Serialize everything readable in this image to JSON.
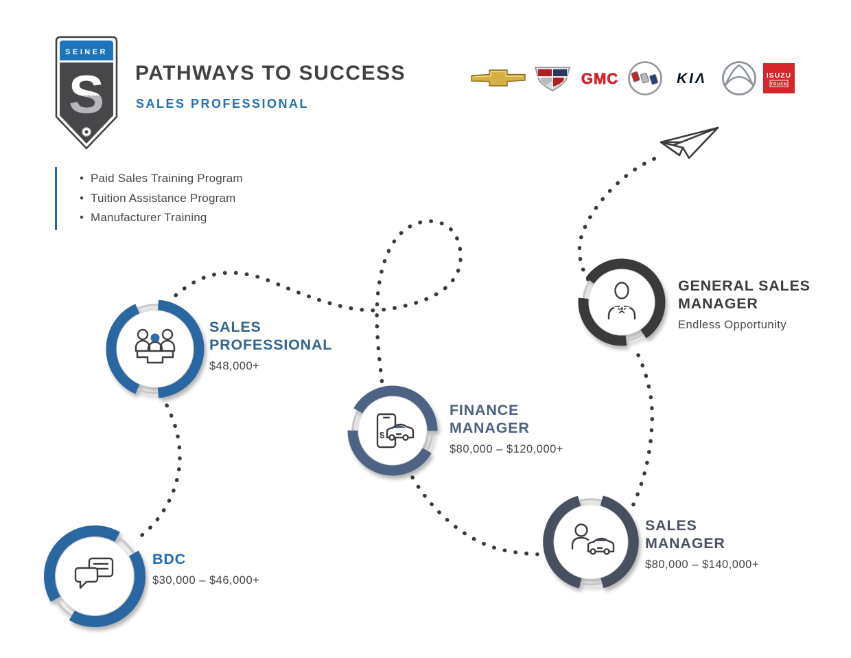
{
  "header": {
    "logo": {
      "brand": "SEINER",
      "monogram": "S"
    },
    "title": "PATHWAYS TO SUCCESS",
    "subtitle": "SALES PROFESSIONAL"
  },
  "brands": {
    "chevrolet": "Chevrolet",
    "cadillac": "Cadillac",
    "gmc_text": "GMC",
    "buick": "Buick",
    "kia_text": "KIΛ",
    "mazda": "Mazda",
    "isuzu_line1": "ISUZU",
    "isuzu_line2": "TRUCK"
  },
  "benefits": {
    "items": [
      "Paid Sales Training Program",
      "Tuition Assistance Program",
      "Manufacturer Training"
    ]
  },
  "nodes": {
    "bdc": {
      "title": "BDC",
      "salary": "$30,000 – $46,000+",
      "icon": "chat-bubbles-icon"
    },
    "sales_professional": {
      "title": "SALES\nPROFESSIONAL",
      "salary": "$48,000+",
      "icon": "sales-team-icon"
    },
    "finance_manager": {
      "title": "FINANCE\nMANAGER",
      "salary": "$80,000 – $120,000+",
      "icon": "phone-car-finance-icon"
    },
    "sales_manager": {
      "title": "SALES\nMANAGER",
      "salary": "$80,000 – $140,000+",
      "icon": "person-car-icon"
    },
    "general_sales_manager": {
      "title": "GENERAL SALES\nMANAGER",
      "salary": "Endless Opportunity",
      "icon": "person-star-icon"
    }
  },
  "icons": {
    "dollar": "$"
  },
  "colors": {
    "title_charcoal": "#414042",
    "subtitle_blue": "#2470ae",
    "accent_blue": "#1d6db5",
    "ring_blue": "#2a66a0",
    "ring_slate_blue": "#4e6384",
    "ring_slate": "#47505f",
    "ring_charcoal": "#3a393b",
    "dots": "#3a3a3c",
    "chevrolet_gold": "#d5b043",
    "gmc_red": "#d0252c",
    "isuzu_red": "#d8252a"
  }
}
